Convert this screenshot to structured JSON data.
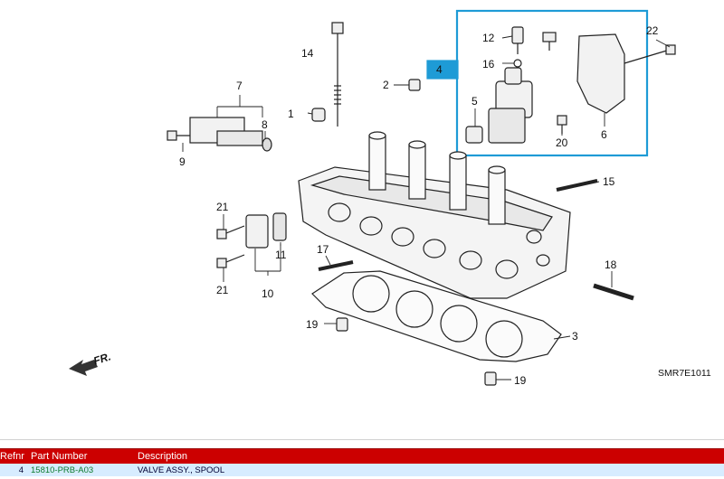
{
  "diagram": {
    "code": "SMR7E1011",
    "front_label": "FR.",
    "callouts": {
      "c1": "1",
      "c2": "2",
      "c3": "3",
      "c4": "4",
      "c5": "5",
      "c6": "6",
      "c7": "7",
      "c8": "8",
      "c9": "9",
      "c10": "10",
      "c11": "11",
      "c12": "12",
      "c14": "14",
      "c15": "15",
      "c16": "16",
      "c17": "17",
      "c18": "18",
      "c19a": "19",
      "c19b": "19",
      "c20": "20",
      "c21a": "21",
      "c21b": "21",
      "c22": "22"
    },
    "highlight_color": "#1e9bd6"
  },
  "table": {
    "headers": {
      "refnr": "Refnr",
      "part_number": "Part Number",
      "description": "Description"
    },
    "rows": [
      {
        "refnr": "4",
        "part_number": "15810-PRB-A03",
        "description": "VALVE ASSY., SPOOL"
      }
    ]
  }
}
